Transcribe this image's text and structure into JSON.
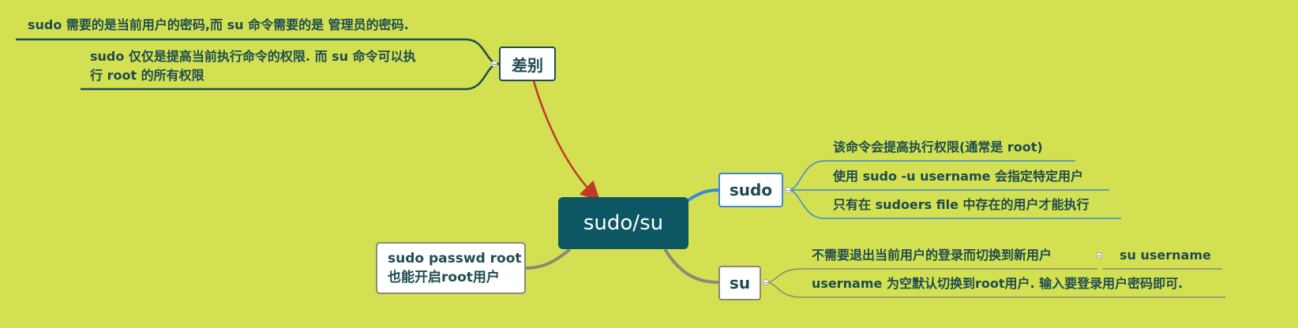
{
  "colors": {
    "background": "#d2e051",
    "root_fill": "#0d5663",
    "text": "#1f4b50",
    "arrow": "#c0392b",
    "sudo_branch": "#3c88d6",
    "su_branch": "#8a8a76",
    "diff_branch": "#1d4e56"
  },
  "root": {
    "label": "sudo/su"
  },
  "diff": {
    "label": "差别",
    "items": [
      "sudo 需要的是当前用户的密码,而 su 命令需要的是 管理员的密码.",
      "sudo 仅仅是提高当前执行命令的权限. 而 su 命令可以执",
      "行 root 的所有权限"
    ]
  },
  "sudo": {
    "label": "sudo",
    "items": [
      "该命令会提高执行权限(通常是 root)",
      "使用 sudo -u username 会指定特定用户",
      "只有在 sudoers file 中存在的用户才能执行"
    ]
  },
  "su": {
    "label": "su",
    "items": [
      "不需要退出当前用户的登录而切换到新用户",
      "su username",
      "username 为空默认切换到root用户. 输入要登录用户密码即可."
    ]
  },
  "note": {
    "line1": "sudo passwd root",
    "line2": "也能开启root用户"
  }
}
